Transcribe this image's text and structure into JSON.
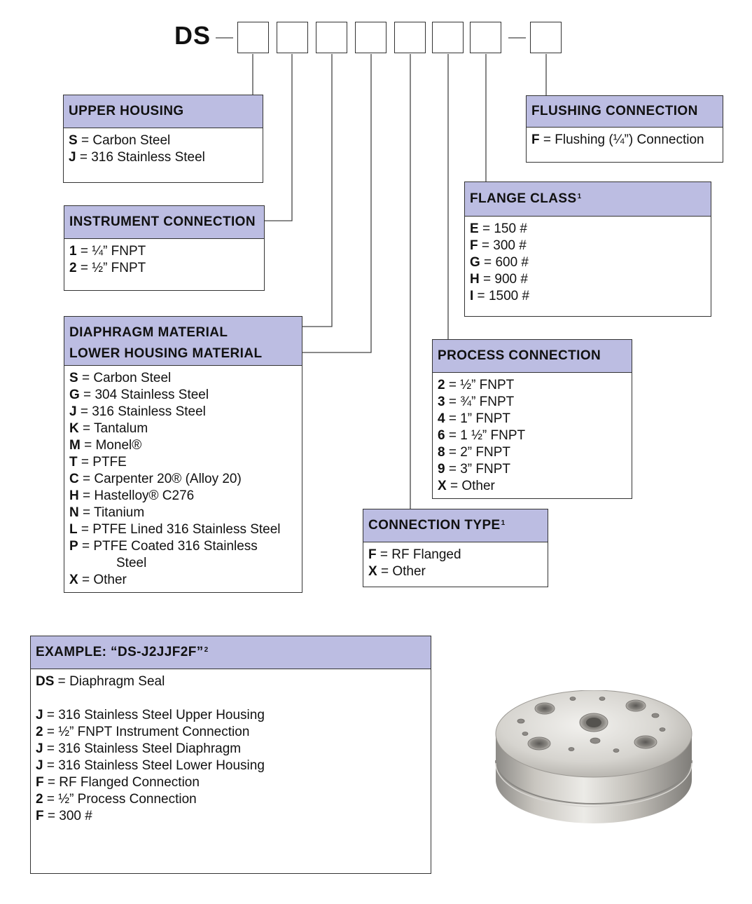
{
  "code": {
    "prefix": "DS"
  },
  "upper_housing": {
    "title": "UPPER HOUSING",
    "items": [
      {
        "code": "S",
        "sep": " = ",
        "text": "Carbon Steel"
      },
      {
        "code": "J",
        "sep": " = ",
        "text": "316 Stainless Steel"
      }
    ]
  },
  "instrument_connection": {
    "title": "INSTRUMENT CONNECTION",
    "items": [
      {
        "code": "1",
        "sep": " = ",
        "text": "¼” FNPT"
      },
      {
        "code": "2",
        "sep": " = ",
        "text": "½” FNPT"
      }
    ]
  },
  "diaphragm_material": {
    "title1": "DIAPHRAGM MATERIAL",
    "title2": "LOWER HOUSING MATERIAL",
    "items": [
      {
        "code": "S",
        "sep": " = ",
        "text": "Carbon Steel"
      },
      {
        "code": "G",
        "sep": " = ",
        "text": "304 Stainless Steel"
      },
      {
        "code": "J",
        "sep": " = ",
        "text": "316 Stainless Steel"
      },
      {
        "code": "K",
        "sep": " = ",
        "text": "Tantalum"
      },
      {
        "code": "M",
        "sep": " = ",
        "text": "Monel®"
      },
      {
        "code": "T",
        "sep": " = ",
        "text": "PTFE"
      },
      {
        "code": "C",
        "sep": " = ",
        "text": "Carpenter 20® (Alloy 20)"
      },
      {
        "code": "H",
        "sep": " = ",
        "text": "Hastelloy® C276"
      },
      {
        "code": "N",
        "sep": " = ",
        "text": "Titanium"
      },
      {
        "code": "L",
        "sep": " = ",
        "text": "PTFE Lined 316 Stainless Steel"
      },
      {
        "code": "P",
        "sep": " = ",
        "text": "PTFE Coated 316 Stainless"
      },
      {
        "code": "",
        "sep": "",
        "text": "Steel"
      },
      {
        "code": "X",
        "sep": " = ",
        "text": "Other"
      }
    ]
  },
  "flushing_connection": {
    "title": "FLUSHING CONNECTION",
    "items": [
      {
        "code": "F",
        "sep": " = ",
        "text": "Flushing (¼”) Connection"
      }
    ]
  },
  "flange_class": {
    "title": "FLANGE CLASS",
    "note": "1",
    "items": [
      {
        "code": "E",
        "sep": " = ",
        "text": "150 #"
      },
      {
        "code": "F",
        "sep": " = ",
        "text": "300 #"
      },
      {
        "code": "G",
        "sep": " = ",
        "text": "600 #"
      },
      {
        "code": "H",
        "sep": " = ",
        "text": "900 #"
      },
      {
        "code": "I",
        "sep": " = ",
        "text": "1500 #"
      }
    ]
  },
  "process_connection": {
    "title": "PROCESS CONNECTION",
    "items": [
      {
        "code": "2",
        "sep": " = ",
        "text": "½” FNPT"
      },
      {
        "code": "3",
        "sep": " = ",
        "text": "¾” FNPT"
      },
      {
        "code": "4",
        "sep": " = ",
        "text": "1” FNPT"
      },
      {
        "code": "6",
        "sep": " = ",
        "text": "1 ½” FNPT"
      },
      {
        "code": "8",
        "sep": " = ",
        "text": "2” FNPT"
      },
      {
        "code": "9",
        "sep": " = ",
        "text": "3” FNPT"
      },
      {
        "code": "X",
        "sep": " = ",
        "text": "Other"
      }
    ]
  },
  "connection_type": {
    "title": "CONNECTION TYPE",
    "note": "1",
    "items": [
      {
        "code": "F",
        "sep": " = ",
        "text": "RF Flanged"
      },
      {
        "code": "X",
        "sep": " = ",
        "text": "Other"
      }
    ]
  },
  "example": {
    "title": "EXAMPLE:  “DS-J2JJF2F”",
    "note": "2",
    "lines": [
      {
        "code": "DS",
        "sep": " = ",
        "text": "Diaphragm Seal"
      },
      {
        "code": "",
        "sep": "",
        "text": ""
      },
      {
        "code": "J",
        "sep": " = ",
        "text": "316 Stainless Steel Upper Housing"
      },
      {
        "code": "2",
        "sep": " = ",
        "text": "½” FNPT Instrument Connection"
      },
      {
        "code": "J",
        "sep": " = ",
        "text": "316 Stainless Steel Diaphragm"
      },
      {
        "code": "J",
        "sep": " = ",
        "text": "316 Stainless Steel Lower Housing"
      },
      {
        "code": "F",
        "sep": " = ",
        "text": "RF Flanged Connection"
      },
      {
        "code": "2",
        "sep": " = ",
        "text": "½” Process Connection"
      },
      {
        "code": "F",
        "sep": " = ",
        "text": "300 #"
      }
    ]
  },
  "colors": {
    "header_fill": "#bcbde2",
    "border": "#333333"
  }
}
